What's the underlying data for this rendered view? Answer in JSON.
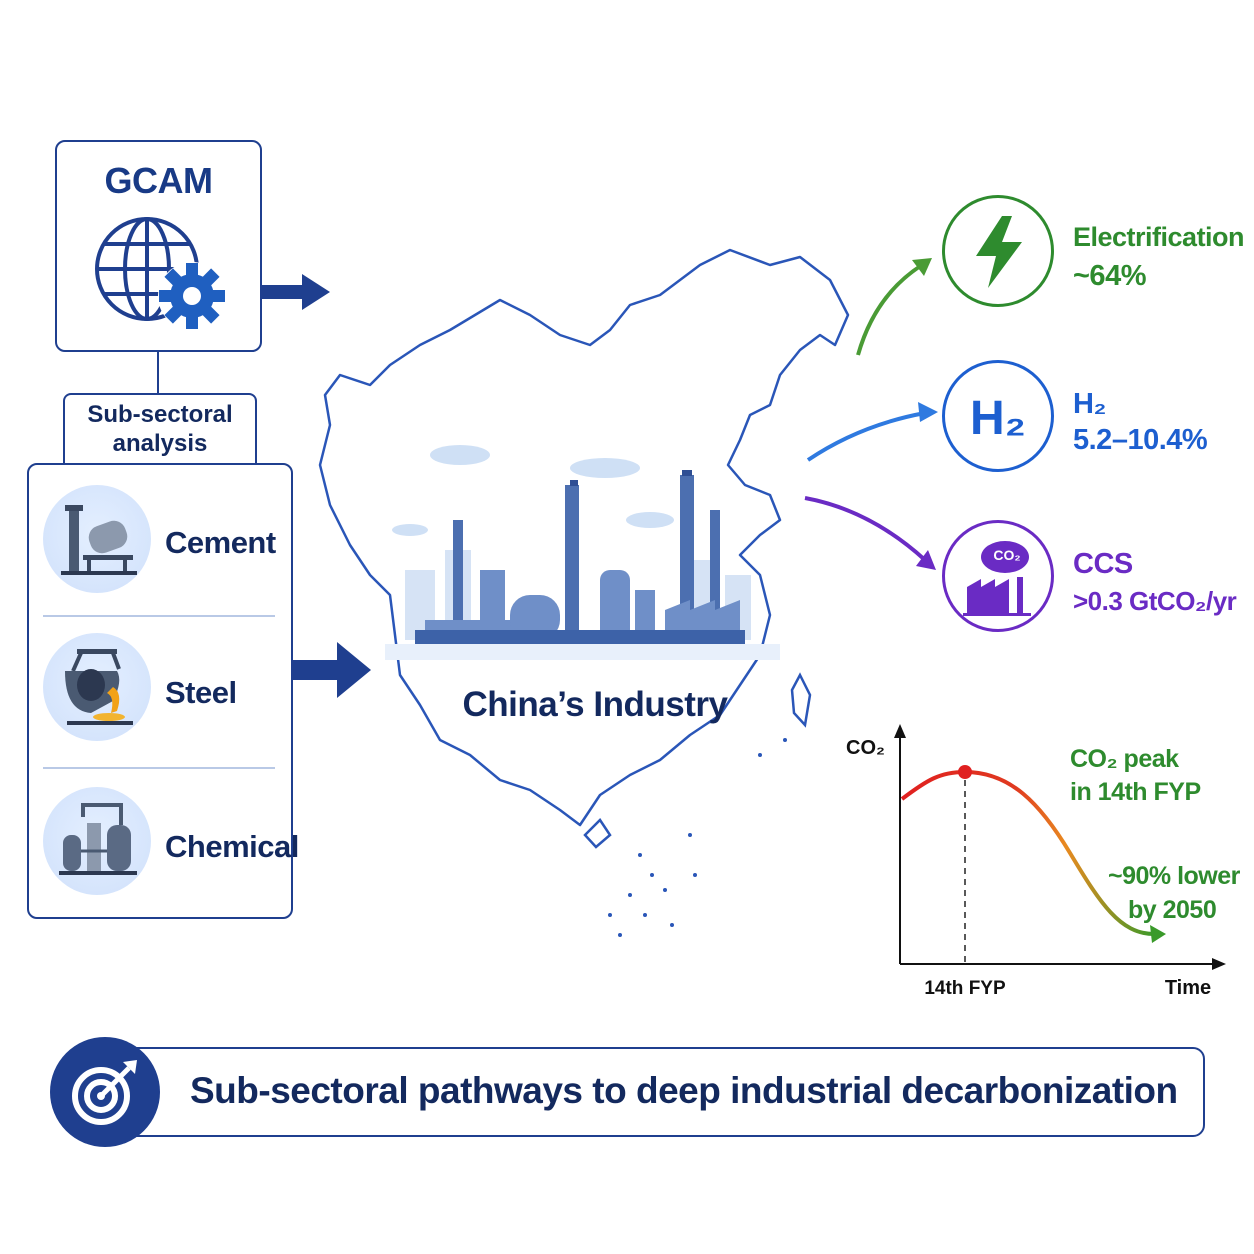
{
  "gcam": {
    "title": "GCAM"
  },
  "subsectoral": {
    "line1": "Sub-sectoral",
    "line2": "analysis"
  },
  "sectors": [
    {
      "label": "Cement",
      "icon": "cement-mixer-icon"
    },
    {
      "label": "Steel",
      "icon": "steel-ladle-icon"
    },
    {
      "label": "Chemical",
      "icon": "chemical-plant-icon"
    }
  ],
  "center": {
    "label": "China’s Industry"
  },
  "pathways": [
    {
      "name": "Electrification",
      "value": "~64%",
      "color": "#2e8b2e",
      "icon": "lightning-bolt-icon"
    },
    {
      "name": "H₂",
      "value": "5.2–10.4%",
      "color": "#1d5fd0",
      "icon": "h2-icon",
      "icon_text": "H₂"
    },
    {
      "name": "CCS",
      "value": ">0.3 GtCO₂/yr",
      "color": "#6a2bc4",
      "icon": "co2-capture-icon",
      "icon_text": "CO₂"
    }
  ],
  "chart_data": {
    "type": "line",
    "ylabel": "CO₂",
    "xlabel": "Time",
    "x_tick": "14th FYP",
    "annotation_peak": {
      "line1": "CO₂ peak",
      "line2": "in 14th FYP"
    },
    "annotation_end": {
      "line1": "~90% lower",
      "line2": "by 2050"
    },
    "series": [
      {
        "values": [
          0.85,
          1.0,
          0.55,
          0.1
        ]
      }
    ],
    "peak_index": 1
  },
  "footer": {
    "text": "Sub-sectoral pathways to deep industrial decarbonization",
    "icon": "target-arrow-icon"
  },
  "colors": {
    "navy": "#1f3f8f",
    "green": "#2e8b2e",
    "blue": "#1d5fd0",
    "purple": "#6a2bc4",
    "red": "#e02020"
  }
}
